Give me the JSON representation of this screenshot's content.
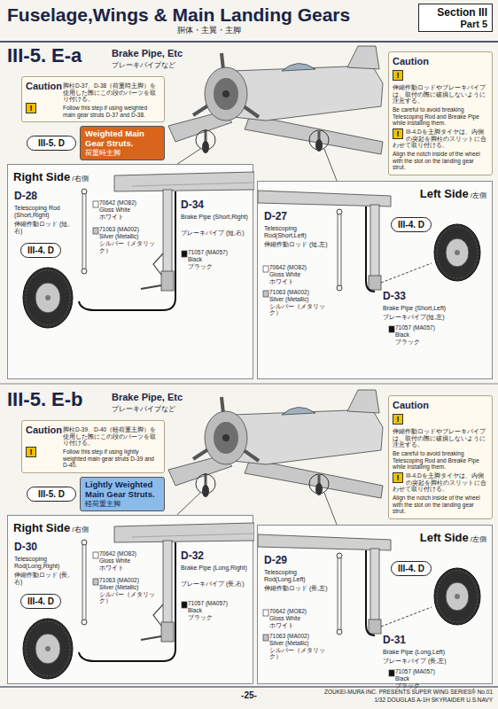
{
  "diagram": {
    "title": "Fuselage,Wings & Main Landing Gears",
    "nodes": [
      {
        "text": [
          "Section III",
          "Part 5"
        ]
      },
      {
        "text": [
          "Caution",
          "!",
          "脚柱D-37、D-38（荷重時主脚）を使用した際にこの段のパーツを取り付ける。",
          "Follow this step if using weighted main gear struts D-37 and D-38."
        ]
      },
      {
        "text": [
          "III-5. D"
        ]
      },
      {
        "text": [
          "Weighted Main Gear Struts.",
          "荷重時主脚"
        ]
      },
      {
        "text": [
          "Caution",
          "!",
          "伸縮作動ロッドやブレーキパイプは、取付の際に破損しないように注意する。",
          "Be careful to avoid breaking Telescoping Rod and Breake Pipe while installing them.",
          "!",
          "III-4.Dを主脚タイヤは、内側の突起を脚柱のスリットに合わせて取り付ける。",
          "Align the notch inside of the wheel with the slot on the landing gear strut."
        ]
      },
      {
        "text": [
          "Right Side",
          "/右側"
        ]
      },
      {
        "text": [
          "III-4. D"
        ],
        "in": 5
      },
      {
        "text": [
          "Left Side",
          "/左側"
        ]
      },
      {
        "text": [
          "III-4. D"
        ],
        "in": 7
      },
      {
        "text": [
          "Caution",
          "!",
          "脚柱D-39、D-40（軽荷重主脚）を使用した際にこの段のパーツを取り付ける。",
          "Follow this step if using lightly weighted main gear struts D-39 and D-40."
        ]
      },
      {
        "text": [
          "III-5. D"
        ]
      },
      {
        "text": [
          "Lightly Weighted Main Gear Struts.",
          "軽荷重主脚"
        ]
      },
      {
        "text": [
          "Caution",
          "!",
          "伸縮作動ロッドやブレーキパイプは、取付の際に破損しないように注意する。",
          "Be careful to avoid breaking Telescoping Rod and Breake Pipe while installing them.",
          "!",
          "III-4.Dを主脚タイヤは、内側の突起を脚柱のスリットに合わせて取り付ける。",
          "Align the notch inside of the wheel with the slot on the landing gear strut."
        ]
      },
      {
        "text": [
          "Right Side",
          "/右側"
        ]
      },
      {
        "text": [
          "III-4. D"
        ],
        "in": 13
      },
      {
        "text": [
          "Left Side",
          "/左側"
        ]
      },
      {
        "text": [
          "III-4. D"
        ],
        "in": 15
      }
    ],
    "labels": [
      "胴体・主翼・主脚",
      "III-5. E-a",
      "Brake Pipe, Etc",
      "ブレーキパイプなど",
      "D-28",
      "Telescoping Rod (Short,Right)",
      "伸縮作動ロッド (短,右)",
      "70642 (MO82)",
      "Gloss White",
      "ホワイト",
      "71063 (MA002)",
      "Silver (Metallic)",
      "シルバー（メタリック）",
      "D-34",
      "Brake Pipe (Short,Right)",
      "ブレーキパイプ (短,右)",
      "71057 (MA057)",
      "Black",
      "ブラック",
      "D-27",
      "Telescoping Rod(Short,Left)",
      "伸縮作動ロッド (短,左)",
      "70642 (MO82)",
      "Gloss White",
      "ホワイト",
      "71063 (MA002)",
      "Silver (Metallic)",
      "シルバー（メタリック）",
      "D-33",
      "Brake Pipe (Short,Left)",
      "ブレーキパイプ(短,左)",
      "71057 (MA057)",
      "Black",
      "ブラック",
      "III-5. E-b",
      "Brake Pipe, Etc",
      "ブレーキパイプなど",
      "D-30",
      "Telescoping Rod(Long,Right)",
      "伸縮作動ロッド (長,右)",
      "70642 (MO82)",
      "Gloss White",
      "ホワイト",
      "71063 (MA002)",
      "Silver (Metallic)",
      "シルバー（メタリック）",
      "D-32",
      "Brake Pipe (Long,Right)",
      "ブレーキパイプ (長,右)",
      "71057 (MA057)",
      "Black",
      "ブラック",
      "D-29",
      "Telescoping Rod(Long,Left)",
      "伸縮作動ロッド (長,左)",
      "70642 (MO82)",
      "Gloss White",
      "ホワイト",
      "71063 (MA002)",
      "Silver (Metallic)",
      "シルバー（メタリック）",
      "D-31",
      "Brake Pipe (Long,Left)",
      "ブレーキパイプ (長,左)",
      "71057 (MA057)",
      "Black",
      "ブラック",
      "-25-",
      "ZOUKEI-MURA INC. PRESENTS SUPER WING SERIES® No.01",
      "1/32 DOUGLAS A-1H SKYRAIDER U.S.NAVY"
    ]
  }
}
